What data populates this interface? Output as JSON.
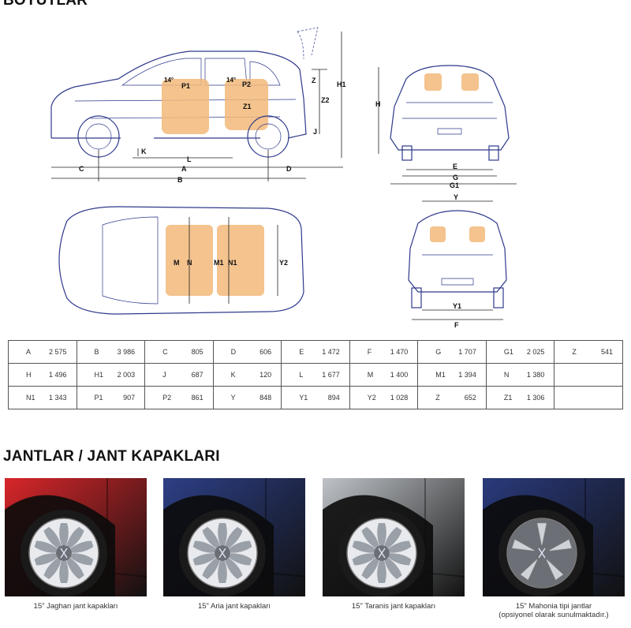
{
  "sections": {
    "dimensions_title": "BOYUTLAR",
    "wheels_title": "JANTLAR / JANT KAPAKLARI"
  },
  "diagram_labels": {
    "side": [
      "A",
      "B",
      "C",
      "D",
      "K",
      "L",
      "H1",
      "Z",
      "Z1",
      "Z2",
      "P1",
      "P2",
      "J",
      "14°"
    ],
    "front": [
      "H",
      "E",
      "G",
      "G1"
    ],
    "top": [
      "M",
      "N",
      "M1",
      "N1",
      "Y2"
    ],
    "rear": [
      "Y",
      "Y1",
      "F"
    ]
  },
  "dimensions": [
    [
      {
        "k": "A",
        "v": "2 575"
      },
      {
        "k": "B",
        "v": "3 986"
      },
      {
        "k": "C",
        "v": "805"
      },
      {
        "k": "D",
        "v": "606"
      },
      {
        "k": "E",
        "v": "1 472"
      },
      {
        "k": "F",
        "v": "1 470"
      },
      {
        "k": "G",
        "v": "1 707"
      },
      {
        "k": "G1",
        "v": "2 025"
      },
      {
        "k": "Z",
        "v": "541"
      }
    ],
    [
      {
        "k": "H",
        "v": "1 496"
      },
      {
        "k": "H1",
        "v": "2 003"
      },
      {
        "k": "J",
        "v": "687"
      },
      {
        "k": "K",
        "v": "120"
      },
      {
        "k": "L",
        "v": "1 677"
      },
      {
        "k": "M",
        "v": "1 400"
      },
      {
        "k": "M1",
        "v": "1 394"
      },
      {
        "k": "N",
        "v": "1 380"
      },
      {
        "k": "",
        "v": ""
      }
    ],
    [
      {
        "k": "N1",
        "v": "1 343"
      },
      {
        "k": "P1",
        "v": "907"
      },
      {
        "k": "P2",
        "v": "861"
      },
      {
        "k": "Y",
        "v": "848"
      },
      {
        "k": "Y1",
        "v": "894"
      },
      {
        "k": "Y2",
        "v": "1 028"
      },
      {
        "k": "Z",
        "v": "652"
      },
      {
        "k": "Z1",
        "v": "1 306"
      },
      {
        "k": "",
        "v": ""
      }
    ]
  ],
  "wheels": [
    {
      "caption": "15\" Jaghan jant kapakları",
      "body_color": "#d8262a",
      "cover": "hubcap"
    },
    {
      "caption": "15\" Aria jant kapakları",
      "body_color": "#2d3f86",
      "cover": "hubcap"
    },
    {
      "caption": "15\" Taranis jant kapakları",
      "body_color": "#bfc3c8",
      "cover": "hubcap"
    },
    {
      "caption": "15\" Mahonia tipi jantlar",
      "caption2": "(opsiyonel olarak sunulmaktadır.)",
      "body_color": "#2a3a7c",
      "cover": "alloy"
    }
  ]
}
